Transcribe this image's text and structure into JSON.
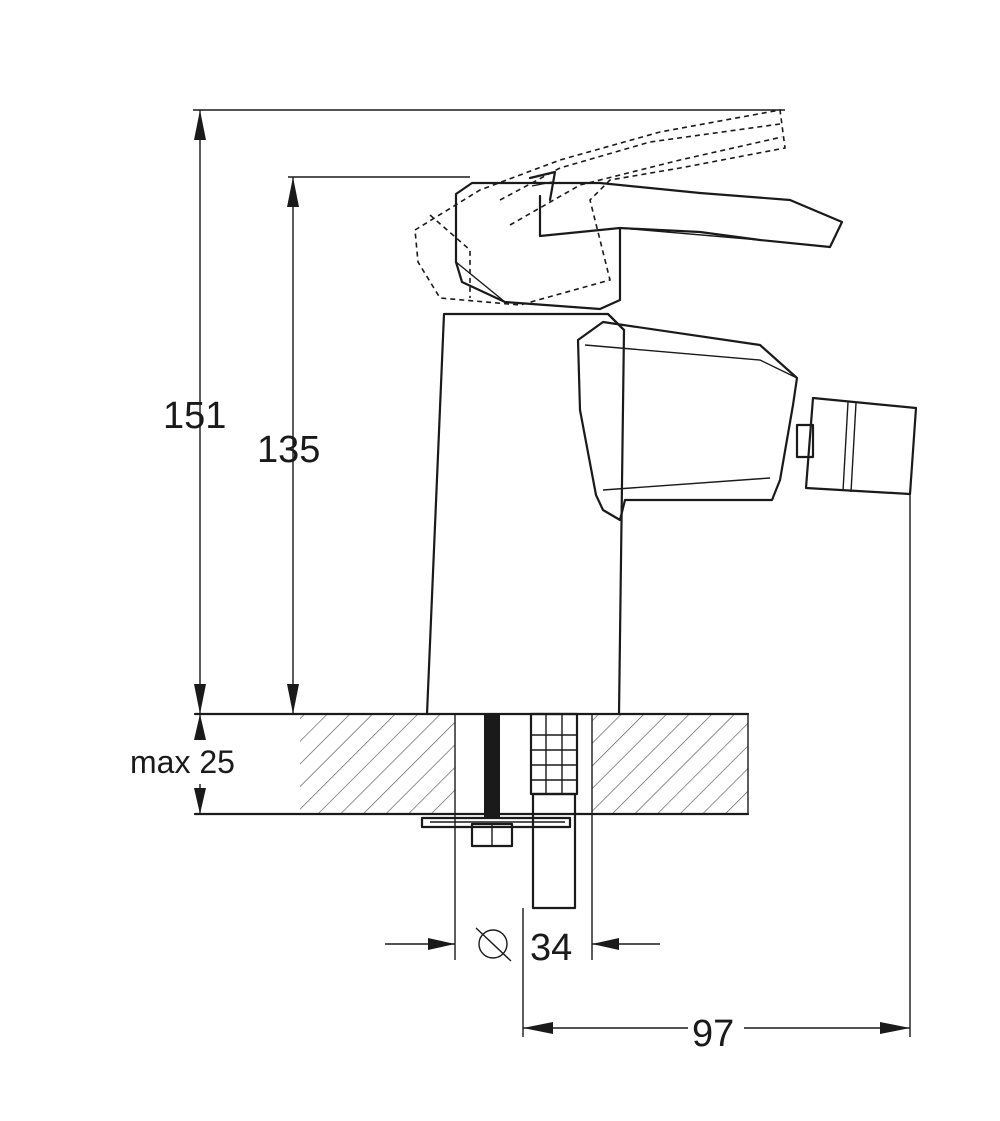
{
  "dimensions": {
    "overall_height": "151",
    "body_height": "135",
    "max_counter_thickness": "max 25",
    "hole_diameter": "34",
    "spout_projection": "97"
  },
  "icons": {
    "diameter_symbol": "diameter-symbol-icon"
  },
  "colors": {
    "line": "#1a1a1a",
    "background": "#ffffff"
  }
}
